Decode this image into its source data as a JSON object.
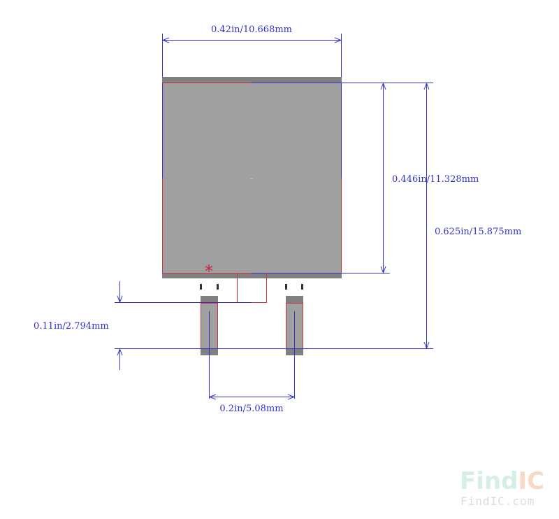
{
  "dimensions": {
    "body_width": "0.42in/10.668mm",
    "body_height": "0.446in/11.328mm",
    "total_height": "0.625in/15.875mm",
    "pad_length": "0.11in/2.794mm",
    "pad_pitch": "0.2in/5.08mm"
  },
  "pin1_marker": "*",
  "center_mark": "+",
  "watermark": {
    "logo_find": "Find",
    "logo_ic": "IC",
    "url": "FindIC.com"
  },
  "colors": {
    "dimension": "#3333cc",
    "body_fill": "#a0a0a0",
    "body_band": "#808080",
    "outline": "#cc3344",
    "marker": "#cc2244",
    "logo_find": "#d6eee6",
    "logo_ic": "#f7d9c6"
  }
}
